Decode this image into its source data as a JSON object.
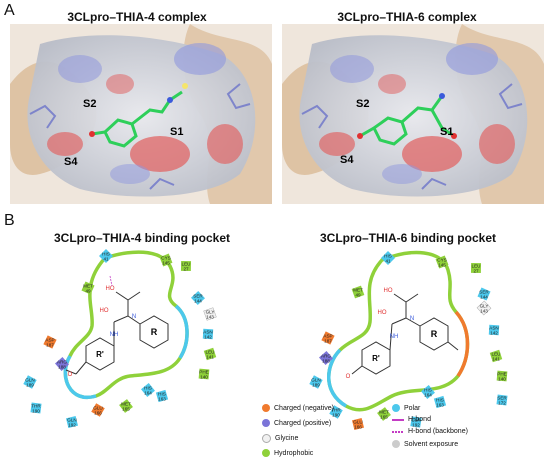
{
  "panel_a": {
    "letter": "A",
    "left_title": "3CLpro–THIA-4 complex",
    "right_title": "3CLpro–THIA-6 complex",
    "left_sites": [
      "S2",
      "S1",
      "S4"
    ],
    "right_sites": [
      "S2",
      "S1",
      "S4"
    ]
  },
  "panel_b": {
    "letter": "B",
    "left_title": "3CLpro–THIA-4 binding pocket",
    "right_title": "3CLpro–THIA-6 binding pocket",
    "left_residues": [
      {
        "name": "HIS",
        "num": "41",
        "type": "polar"
      },
      {
        "name": "CYS",
        "num": "145",
        "type": "hydrophobic"
      },
      {
        "name": "LEU",
        "num": "27",
        "type": "hydrophobic"
      },
      {
        "name": "MET",
        "num": "49",
        "type": "hydrophobic"
      },
      {
        "name": "SER",
        "num": "144",
        "type": "polar"
      },
      {
        "name": "GLY",
        "num": "143",
        "type": "glycine"
      },
      {
        "name": "ASN",
        "num": "142",
        "type": "polar"
      },
      {
        "name": "ASP",
        "num": "187",
        "type": "negative"
      },
      {
        "name": "ARG",
        "num": "188",
        "type": "positive"
      },
      {
        "name": "LEU",
        "num": "141",
        "type": "hydrophobic"
      },
      {
        "name": "PHE",
        "num": "140",
        "type": "hydrophobic"
      },
      {
        "name": "GLN",
        "num": "189",
        "type": "polar"
      },
      {
        "name": "HIS",
        "num": "164",
        "type": "polar"
      },
      {
        "name": "HIS",
        "num": "163",
        "type": "polar"
      },
      {
        "name": "THR",
        "num": "190",
        "type": "polar"
      },
      {
        "name": "GLU",
        "num": "166",
        "type": "negative"
      },
      {
        "name": "MET",
        "num": "165",
        "type": "hydrophobic"
      },
      {
        "name": "GLN",
        "num": "192",
        "type": "polar"
      }
    ],
    "right_residues": [
      {
        "name": "HIS",
        "num": "41",
        "type": "polar"
      },
      {
        "name": "CYS",
        "num": "145",
        "type": "hydrophobic"
      },
      {
        "name": "LEU",
        "num": "27",
        "type": "hydrophobic"
      },
      {
        "name": "SER",
        "num": "144",
        "type": "polar"
      },
      {
        "name": "GLY",
        "num": "143",
        "type": "glycine"
      },
      {
        "name": "MET",
        "num": "49",
        "type": "hydrophobic"
      },
      {
        "name": "ASN",
        "num": "142",
        "type": "polar"
      },
      {
        "name": "ASP",
        "num": "187",
        "type": "negative"
      },
      {
        "name": "ARG",
        "num": "188",
        "type": "positive"
      },
      {
        "name": "LEU",
        "num": "141",
        "type": "hydrophobic"
      },
      {
        "name": "PHE",
        "num": "140",
        "type": "hydrophobic"
      },
      {
        "name": "GLN",
        "num": "189",
        "type": "polar"
      },
      {
        "name": "HIS",
        "num": "164",
        "type": "polar"
      },
      {
        "name": "HIS",
        "num": "163",
        "type": "polar"
      },
      {
        "name": "SER",
        "num": "172",
        "type": "polar"
      },
      {
        "name": "THR",
        "num": "190",
        "type": "polar"
      },
      {
        "name": "MET",
        "num": "165",
        "type": "hydrophobic"
      },
      {
        "name": "GLU",
        "num": "166",
        "type": "negative"
      },
      {
        "name": "GLN",
        "num": "192",
        "type": "polar"
      }
    ],
    "ligand": {
      "r_label": "R",
      "r_prime_label": "R'",
      "atoms": [
        "HO",
        "HO",
        "N",
        "NH",
        "O"
      ]
    }
  },
  "legend": {
    "items": [
      {
        "label": "Charged (negative)",
        "color": "#f07a2e"
      },
      {
        "label": "Charged (positive)",
        "color": "#7b74d8"
      },
      {
        "label": "Glycine",
        "color": "#f1f1f1"
      },
      {
        "label": "Hydrophobic",
        "color": "#8fd13a"
      },
      {
        "label": "Polar",
        "color": "#4cc8ec"
      },
      {
        "label": "H-bond",
        "color": "#c43cc4"
      },
      {
        "label": "H-bond (backbone)",
        "color": "#c43cc4"
      },
      {
        "label": "Solvent exposure",
        "color": "#cccccc"
      }
    ]
  },
  "colors": {
    "negative": "#f07a2e",
    "positive": "#7b74d8",
    "glycine": "#f1f1f1",
    "hydrophobic": "#8fd13a",
    "polar": "#4cc8ec",
    "hbond": "#c43cc4",
    "protein_tan": "#d7b48c",
    "surface_grey": "#c9ccd3",
    "ligand_green": "#2ecf5a"
  }
}
